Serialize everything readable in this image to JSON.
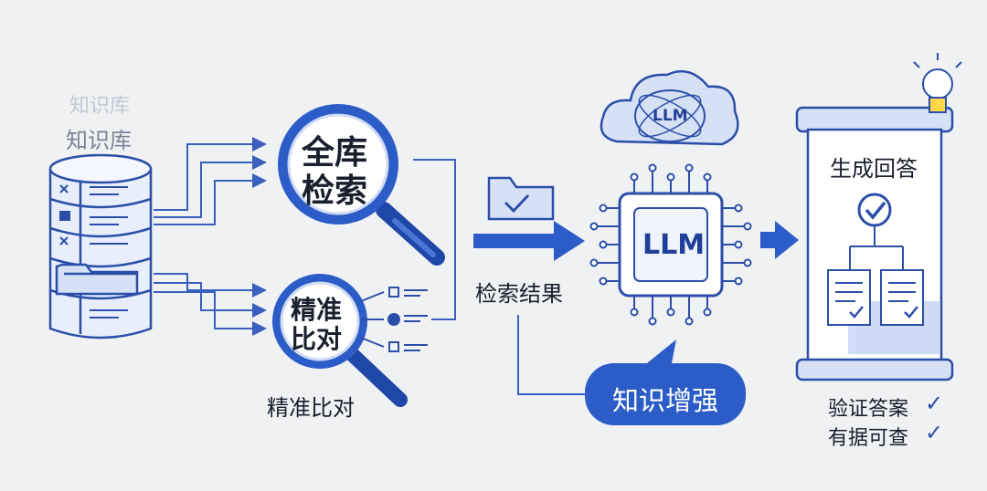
{
  "knowledge_base": {
    "faded_label": "知识库",
    "label": "知识库"
  },
  "search": {
    "full_line1": "全库",
    "full_line2": "检索",
    "precise_line1": "精准",
    "precise_line2": "比对",
    "precise_caption": "精准比对"
  },
  "results": {
    "label": "检索结果"
  },
  "llm": {
    "cloud_label": "LLM",
    "chip_label": "LLM",
    "bubble_label": "知识增强"
  },
  "answer": {
    "title": "生成回答",
    "check_1": "验证答案",
    "check_2": "有据可查",
    "check_mark": "✓"
  },
  "colors": {
    "primary": "#2b5cc7",
    "primary_dark": "#1f47a8",
    "light_fill": "#d6e1f6",
    "line": "#3a5fbf",
    "text": "#1a1f2e"
  }
}
